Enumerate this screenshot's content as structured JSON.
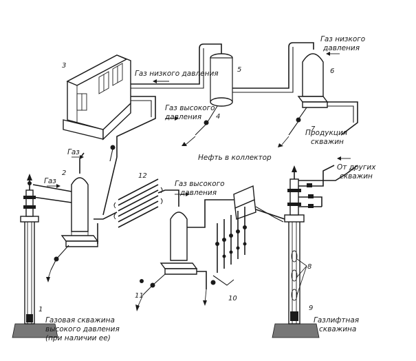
{
  "labels": {
    "gas_low_pressure_1": "Газ низкого давления",
    "gas_low_pressure_2_line1": "Газ низкого",
    "gas_low_pressure_2_line2": "давления",
    "gas_high_pressure_1_line1": "Газ высокого",
    "gas_high_pressure_1_line2": "давления",
    "gas_high_pressure_2_line1": "Газ высокого",
    "gas_high_pressure_2_line2": "давления",
    "gas_1": "Газ",
    "gas_2": "Газ",
    "oil_to_collector": "Нефть в коллектор",
    "well_production_line1": "Продукция",
    "well_production_line2": "скважин",
    "from_other_wells_line1": "От других",
    "from_other_wells_line2": "скважин",
    "gas_well_line1": "Газовая скважина",
    "gas_well_line2": "высокого давления",
    "gas_well_line3": "(при наличии ее)",
    "gaslift_well_line1": "Газлифтная",
    "gaslift_well_line2": "скважина"
  },
  "numbers": {
    "n1": "1",
    "n2": "2",
    "n3": "3",
    "n4": "4",
    "n5": "5",
    "n6": "6",
    "n7": "7",
    "n8": "8",
    "n9": "9",
    "n10": "10",
    "n11": "11",
    "n12": "12"
  }
}
